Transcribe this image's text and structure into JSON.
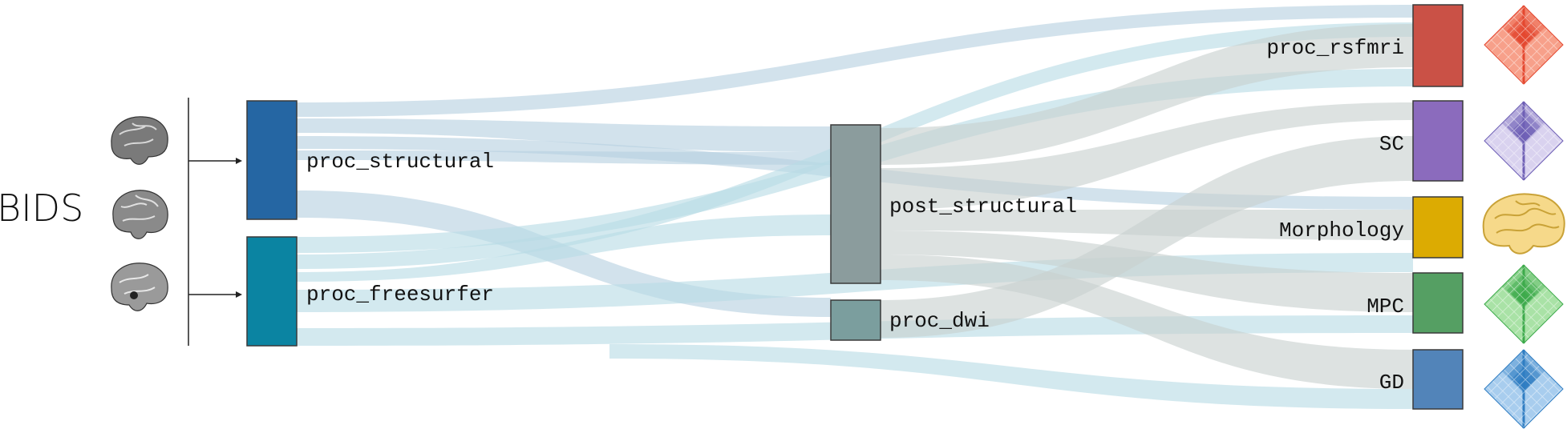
{
  "source": {
    "label": "BIDS"
  },
  "colors": {
    "proc_structural": "#2566a3",
    "proc_freesurfer": "#0b84a2",
    "post_structural": "#8b9c9d",
    "proc_dwi": "#7b9e9e",
    "proc_rsfmri": "#ca5146",
    "SC": "#8b6bbd",
    "Morphology": "#dcab02",
    "MPC": "#559f63",
    "GD": "#5284b9",
    "flow_blue": "#b7d0e0",
    "flow_teal": "#b8dbe5",
    "flow_grey": "#c8d1cf",
    "node_stroke": "#3a3a3a"
  },
  "nodes": {
    "proc_structural": "proc_structural",
    "proc_freesurfer": "proc_freesurfer",
    "post_structural": "post_structural",
    "proc_dwi": "proc_dwi",
    "proc_rsfmri": "proc_rsfmri",
    "SC": "SC",
    "Morphology": "Morphology",
    "MPC": "MPC",
    "GD": "GD"
  },
  "thumbnails": {
    "brains": [
      "brain-slice-icon",
      "brain-slice-icon",
      "brain-slice-icon"
    ],
    "outputs": [
      "connectome-matrix-red-icon",
      "connectome-matrix-purple-icon",
      "cortical-surface-icon",
      "connectome-matrix-green-icon",
      "connectome-matrix-blue-icon"
    ]
  }
}
